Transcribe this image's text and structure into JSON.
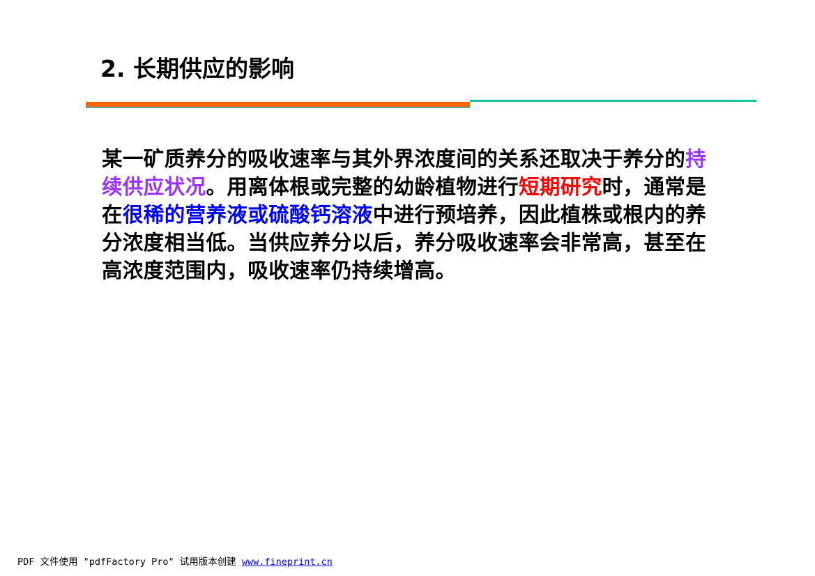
{
  "slide": {
    "title": "2. 长期供应的影响",
    "paragraph": {
      "seg1": "某一矿质养分的吸收速率与其外界浓度间的关系还取决于养分的",
      "hl_purple": "持续供应状况",
      "seg2": "。用离体根或完整的幼龄植物进行",
      "hl_red": "短期研究",
      "seg3": "时，通常是在",
      "hl_blue": "很稀的营养液或硫酸钙溶液",
      "seg4": "中进行预培养，因此植株或根内的养分浓度相当低。当供应养分以后，养分吸收速率会非常高，甚至在高浓度范围内，吸收速率仍持续增高。"
    }
  },
  "footer": {
    "text": "PDF 文件使用 \"pdfFactory Pro\" 试用版本创建",
    "link": "www.fineprint.cn"
  },
  "colors": {
    "highlight_purple": "#9933ff",
    "highlight_red": "#ff0000",
    "highlight_blue": "#0000ff",
    "rule_orange": "#ff6600",
    "rule_teal": "#14c6a0"
  }
}
